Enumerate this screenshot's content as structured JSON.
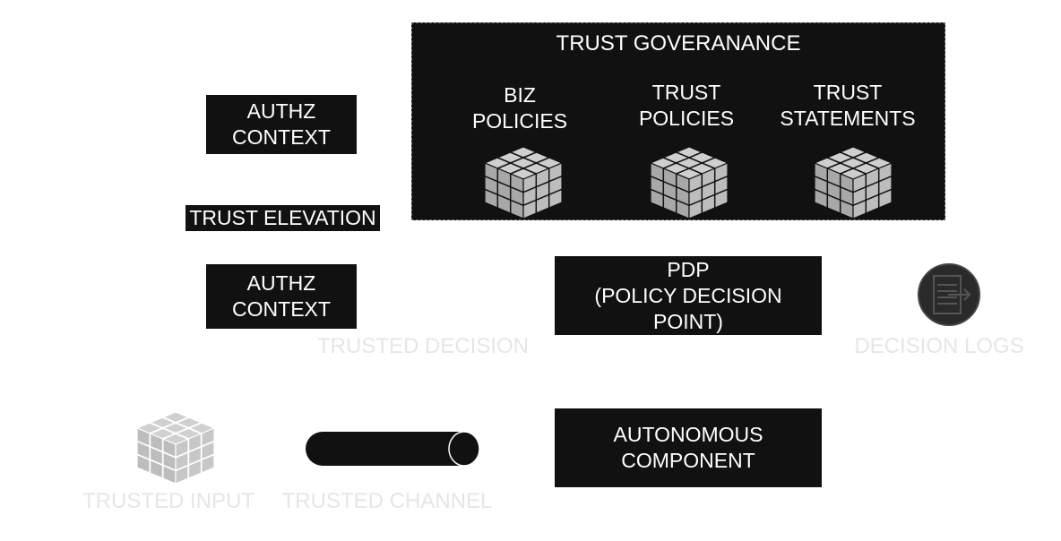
{
  "governance": {
    "title": "TRUST GOVERANANCE",
    "items": [
      {
        "line1": "BIZ",
        "line2": "POLICIES",
        "icon": "cube-grid-icon"
      },
      {
        "line1": "TRUST",
        "line2": "POLICIES",
        "icon": "cube-grid-icon"
      },
      {
        "line1": "TRUST",
        "line2": "STATEMENTS",
        "icon": "cube-grid-icon"
      }
    ]
  },
  "authz_top": {
    "line1": "AUTHZ",
    "line2": "CONTEXT"
  },
  "trust_elevation": "TRUST ELEVATION",
  "authz_bottom": {
    "line1": "AUTHZ",
    "line2": "CONTEXT"
  },
  "pdp": {
    "line1": "PDP",
    "line2": "(POLICY DECISION",
    "line3": "POINT)"
  },
  "trusted_decision": "TRUSTED DECISION",
  "decision_logs": {
    "label": "DECISION LOGS",
    "icon": "log-disc-icon"
  },
  "autonomous": {
    "line1": "AUTONOMOUS",
    "line2": "COMPONENT"
  },
  "trusted_input": {
    "label": "TRUSTED INPUT",
    "icon": "cube-grid-icon"
  },
  "trusted_channel": {
    "label": "TRUSTED CHANNEL",
    "icon": "pipe-icon"
  },
  "colors": {
    "box": "#111111",
    "ghost_text": "#e6e6e6",
    "cube": "#a8a8a8"
  }
}
